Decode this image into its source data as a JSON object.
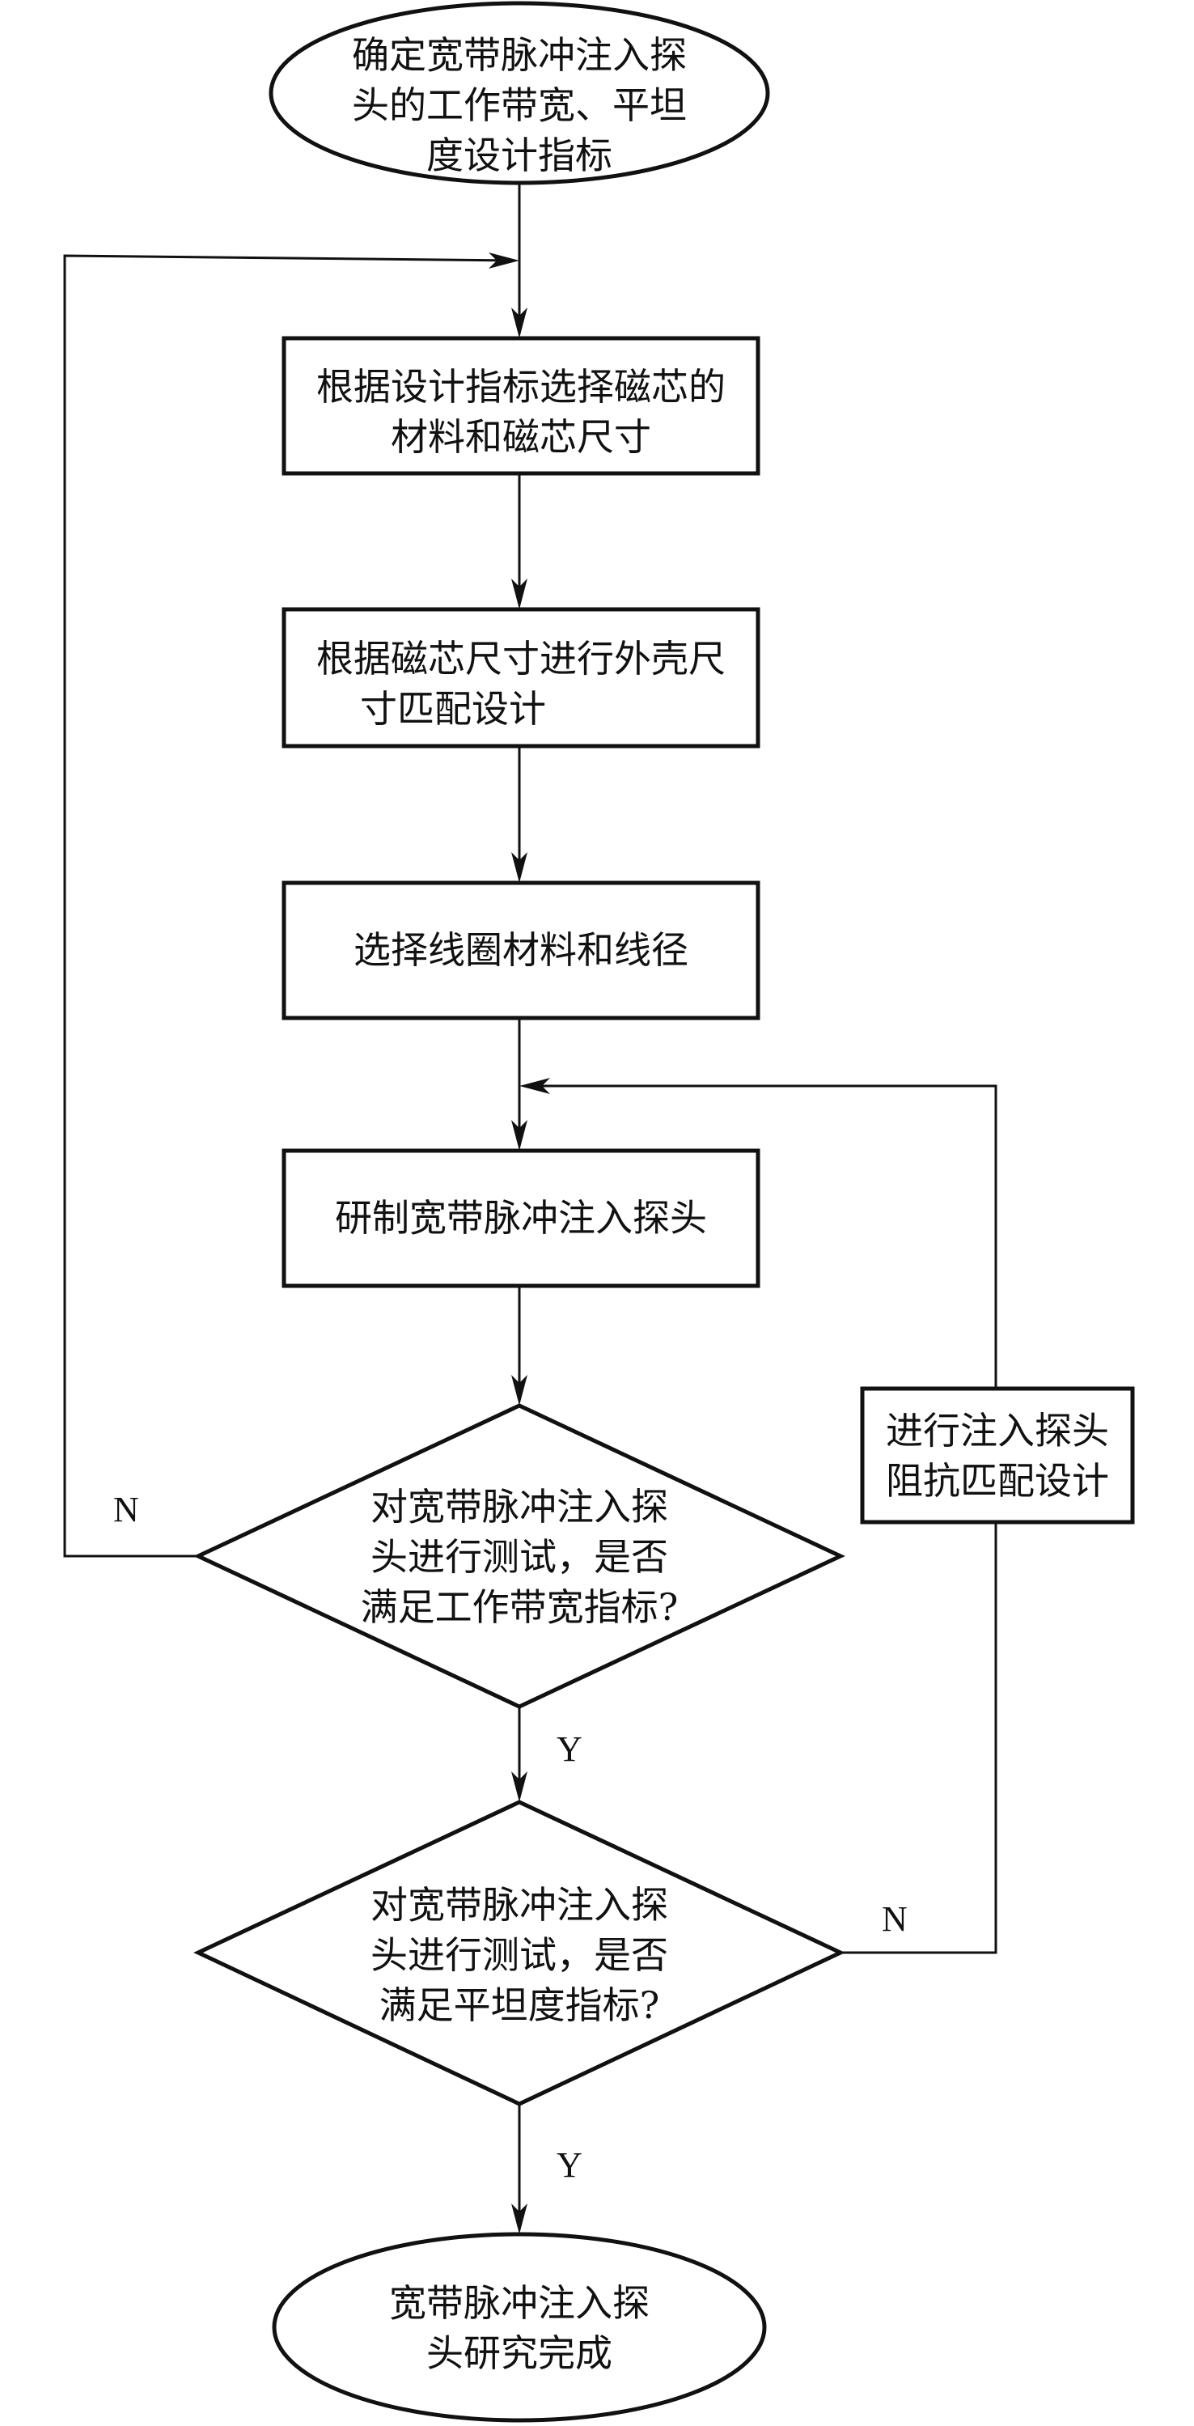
{
  "diagram": {
    "type": "flowchart",
    "nodes": [
      {
        "id": "start",
        "shape": "ellipse",
        "lines": [
          "确定宽带脉冲注入探",
          "头的工作带宽、平坦",
          "度设计指标"
        ]
      },
      {
        "id": "select-core",
        "shape": "rect",
        "lines": [
          "根据设计指标选择磁芯的",
          "材料和磁芯尺寸"
        ]
      },
      {
        "id": "shell-design",
        "shape": "rect",
        "lines": [
          "根据磁芯尺寸进行外壳尺",
          "寸匹配设计"
        ]
      },
      {
        "id": "coil-select",
        "shape": "rect",
        "lines": [
          "选择线圈材料和线径"
        ]
      },
      {
        "id": "fabricate",
        "shape": "rect",
        "lines": [
          "研制宽带脉冲注入探头"
        ]
      },
      {
        "id": "test-bandwidth",
        "shape": "diamond",
        "lines": [
          "对宽带脉冲注入探",
          "头进行测试，是否",
          "满足工作带宽指标?"
        ]
      },
      {
        "id": "test-flatness",
        "shape": "diamond",
        "lines": [
          "对宽带脉冲注入探",
          "头进行测试，是否",
          "满足平坦度指标?"
        ]
      },
      {
        "id": "impedance-match",
        "shape": "rect",
        "lines": [
          "进行注入探头",
          "阻抗匹配设计"
        ]
      },
      {
        "id": "end",
        "shape": "ellipse",
        "lines": [
          "宽带脉冲注入探",
          "头研究完成"
        ]
      }
    ],
    "edges": [
      {
        "from": "start",
        "to": "select-core",
        "label": ""
      },
      {
        "from": "select-core",
        "to": "shell-design",
        "label": ""
      },
      {
        "from": "shell-design",
        "to": "coil-select",
        "label": ""
      },
      {
        "from": "coil-select",
        "to": "fabricate",
        "label": ""
      },
      {
        "from": "fabricate",
        "to": "test-bandwidth",
        "label": ""
      },
      {
        "from": "test-bandwidth",
        "to": "test-flatness",
        "label": "Y"
      },
      {
        "from": "test-bandwidth",
        "to": "select-core",
        "label": "N"
      },
      {
        "from": "test-flatness",
        "to": "end",
        "label": "Y"
      },
      {
        "from": "test-flatness",
        "to": "impedance-match",
        "label": "N"
      },
      {
        "from": "impedance-match",
        "to": "fabricate",
        "label": ""
      }
    ],
    "labels": {
      "bw_no": "N",
      "bw_yes": "Y",
      "flat_no": "N",
      "flat_yes": "Y"
    }
  }
}
